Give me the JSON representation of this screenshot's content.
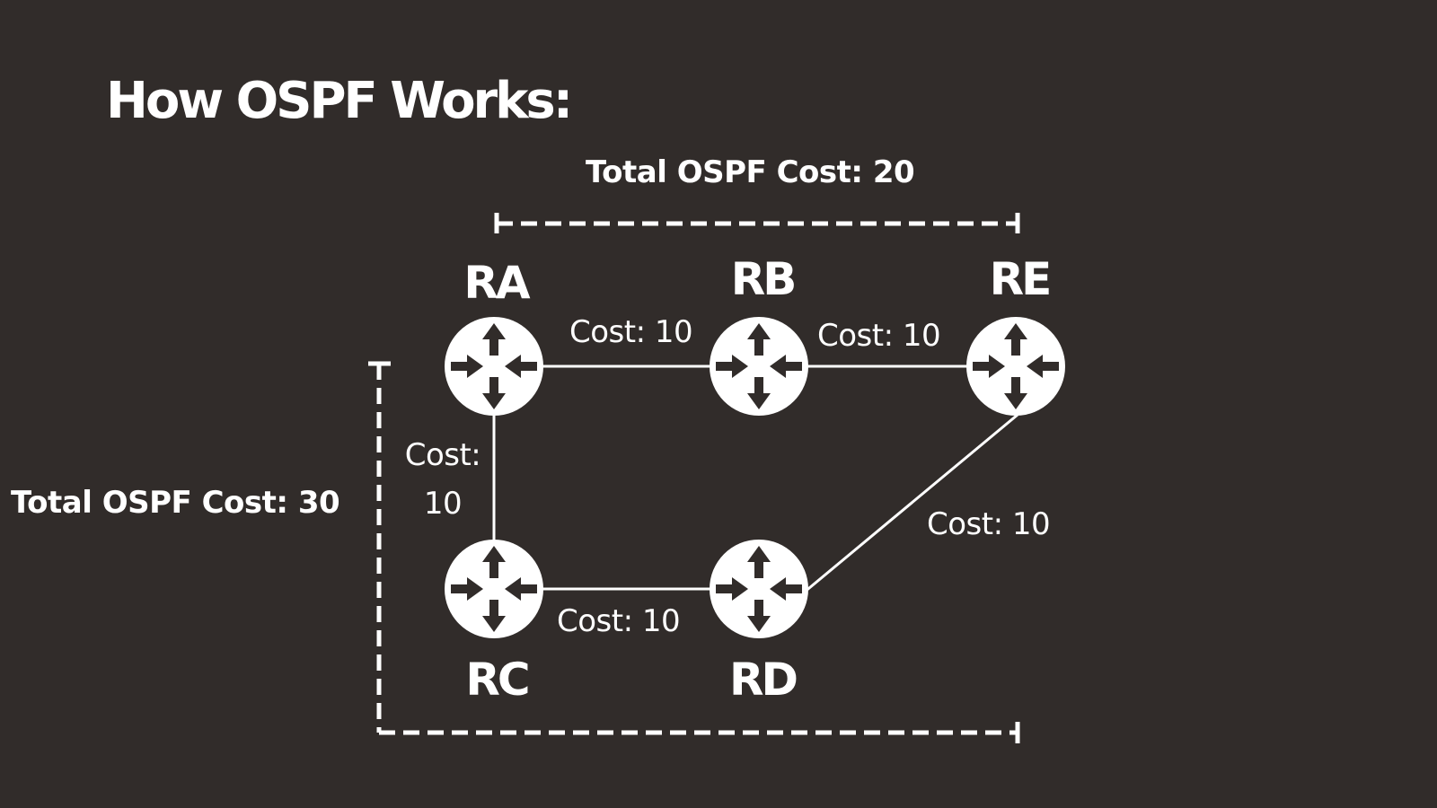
{
  "title": "How OSPF Works:",
  "paths": {
    "top_total": "Total OSPF Cost: 20",
    "left_total": "Total OSPF Cost: 30"
  },
  "routers": {
    "ra": "RA",
    "rb": "RB",
    "re": "RE",
    "rc": "RC",
    "rd": "RD"
  },
  "links": {
    "ra_rb": "Cost: 10",
    "rb_re": "Cost: 10",
    "ra_rc": "Cost:\n10",
    "rc_rd": "Cost: 10",
    "rd_re": "Cost: 10"
  },
  "colors": {
    "background": "#312c2a",
    "foreground": "#ffffff"
  },
  "icons": {
    "router": "router-icon"
  }
}
